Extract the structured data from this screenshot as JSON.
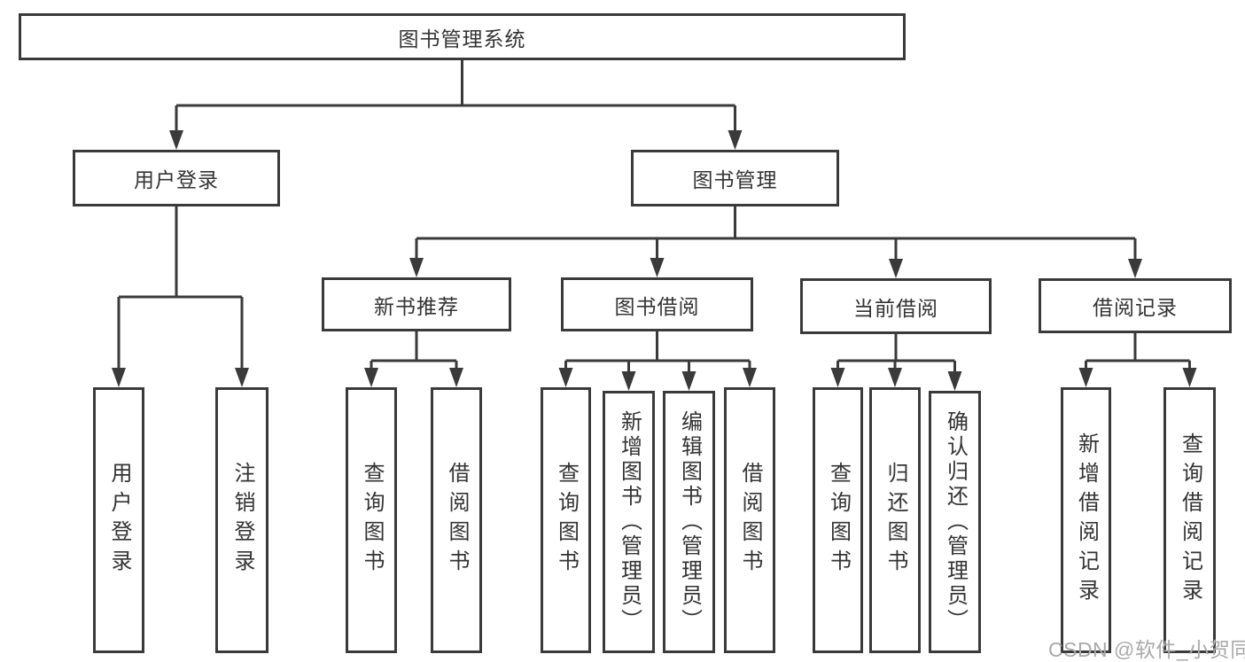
{
  "watermark": "CSDN @软件_小贺同学",
  "tree": {
    "root": "图书管理系统",
    "children": [
      {
        "label": "用户登录",
        "children": [
          "用户登录",
          "注销登录"
        ]
      },
      {
        "label": "图书管理",
        "children": [
          {
            "label": "新书推荐",
            "children": [
              "查询图书",
              "借阅图书"
            ]
          },
          {
            "label": "图书借阅",
            "children": [
              "查询图书",
              "新增图书（管理员）",
              "编辑图书（管理员）",
              "借阅图书"
            ]
          },
          {
            "label": "当前借阅",
            "children": [
              "查询图书",
              "归还图书",
              "确认归还（管理员）"
            ]
          },
          {
            "label": "借阅记录",
            "children": [
              "新增借阅记录",
              "查询借阅记录"
            ]
          }
        ]
      }
    ]
  }
}
